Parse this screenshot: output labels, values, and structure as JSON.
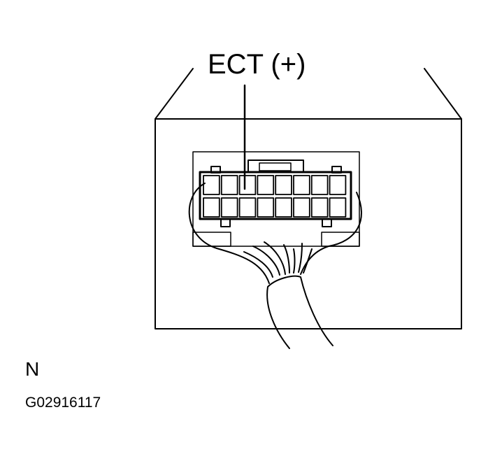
{
  "diagram": {
    "connector_label": "ECT (+)",
    "view_letter": "N",
    "figure_code": "G02916117",
    "terminal_rows": 2,
    "terminals_per_row": 8,
    "colors": {
      "line": "#000000",
      "background": "#ffffff"
    }
  }
}
